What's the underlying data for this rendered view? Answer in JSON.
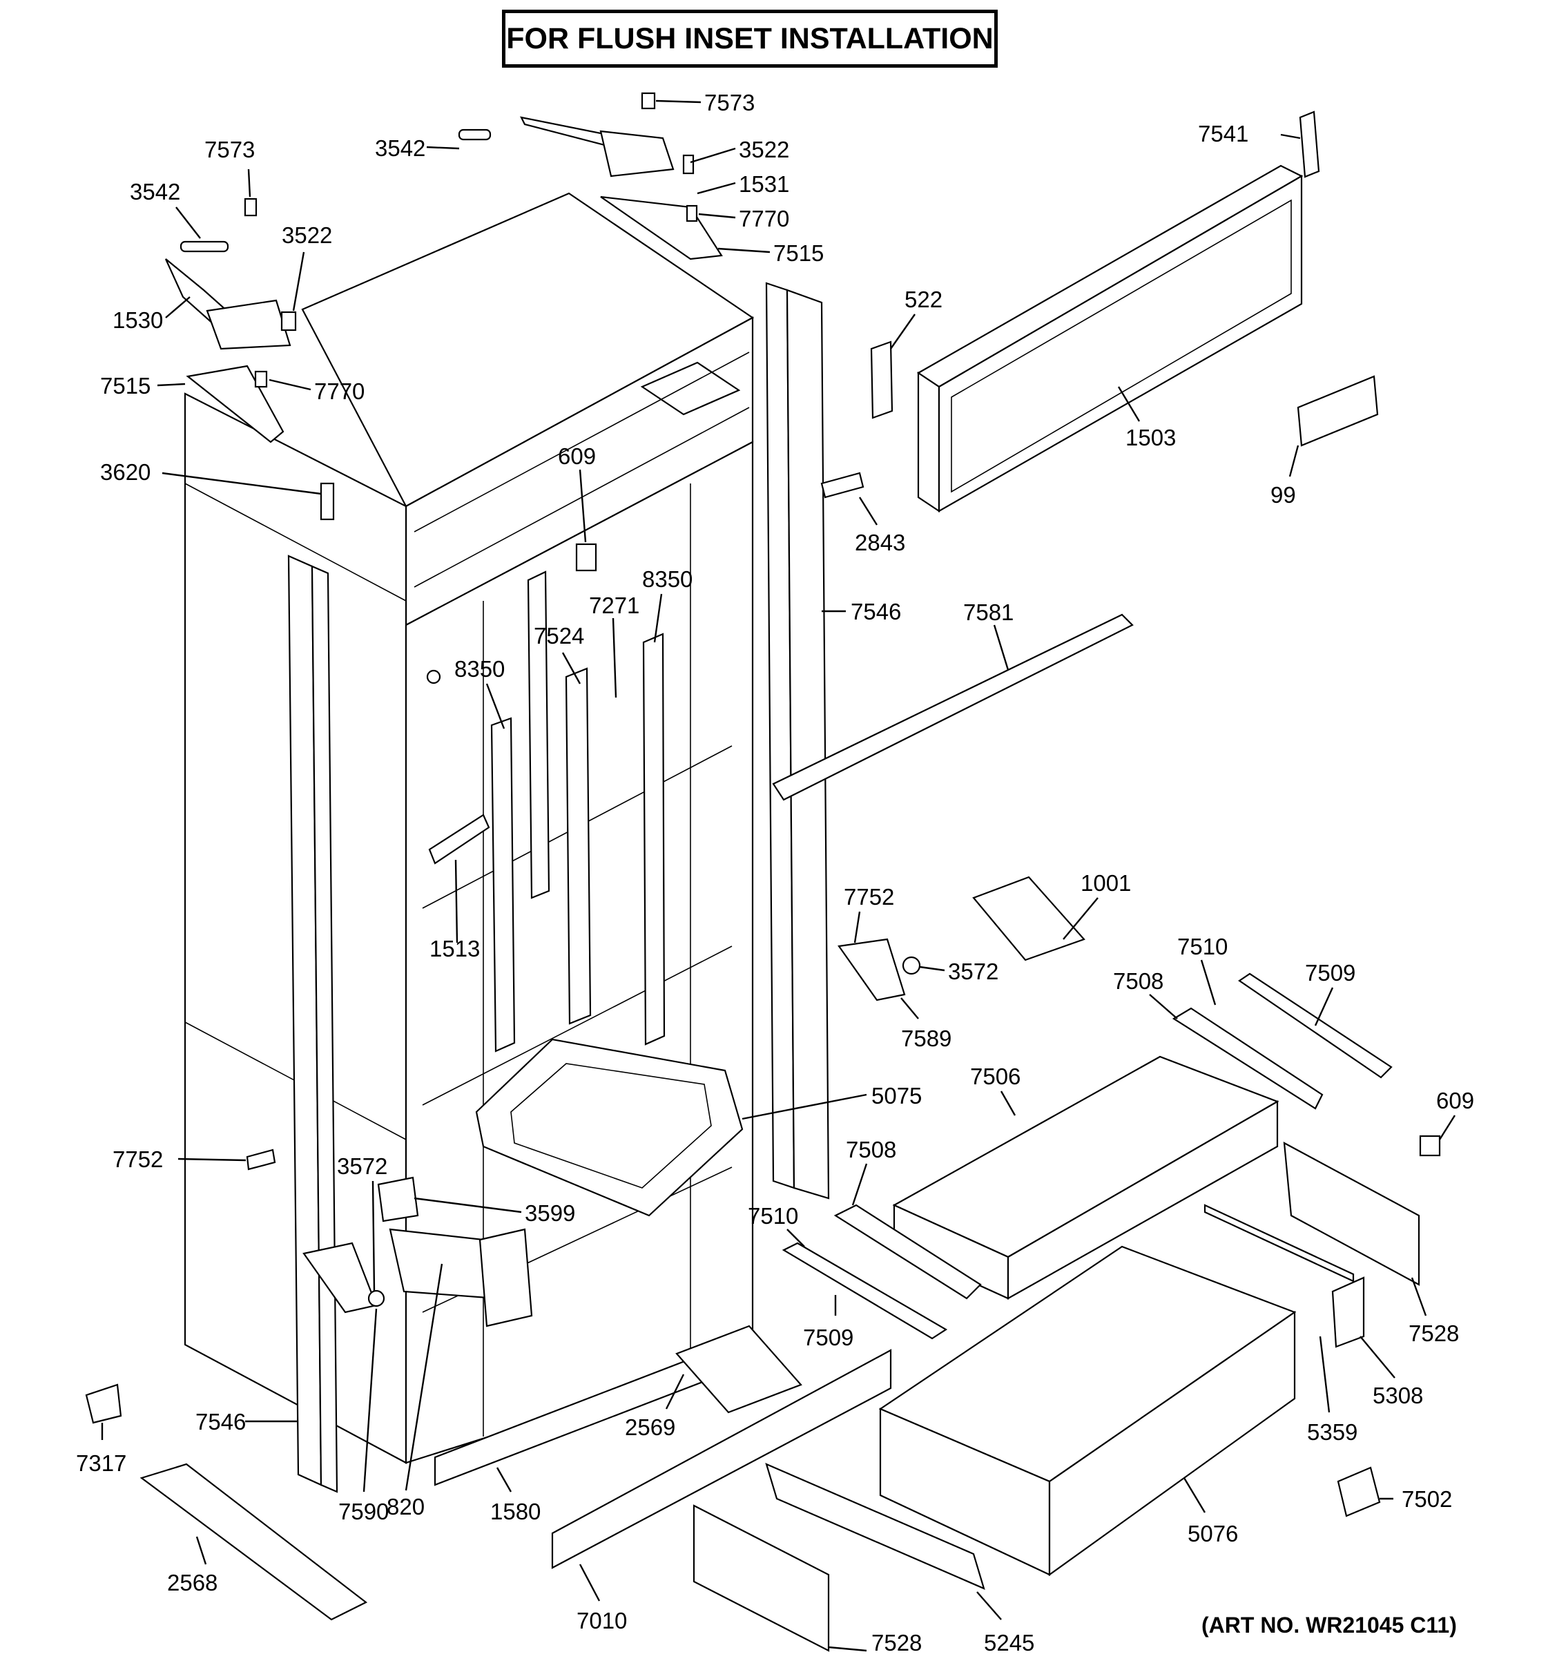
{
  "header": {
    "title": "FOR FLUSH INSET INSTALLATION"
  },
  "footer": {
    "art_no": "(ART NO. WR21045 C11)"
  },
  "callouts": [
    {
      "id": "c1",
      "text": "7573"
    },
    {
      "id": "c2",
      "text": "3542"
    },
    {
      "id": "c3",
      "text": "3522"
    },
    {
      "id": "c4",
      "text": "1531"
    },
    {
      "id": "c5",
      "text": "7770"
    },
    {
      "id": "c6",
      "text": "7515"
    },
    {
      "id": "c7",
      "text": "7573"
    },
    {
      "id": "c8",
      "text": "3542"
    },
    {
      "id": "c9",
      "text": "3522"
    },
    {
      "id": "c10",
      "text": "1530"
    },
    {
      "id": "c11",
      "text": "7515"
    },
    {
      "id": "c12",
      "text": "7770"
    },
    {
      "id": "c13",
      "text": "3620"
    },
    {
      "id": "c14",
      "text": "609"
    },
    {
      "id": "c15",
      "text": "7541"
    },
    {
      "id": "c16",
      "text": "522"
    },
    {
      "id": "c17",
      "text": "1503"
    },
    {
      "id": "c18",
      "text": "99"
    },
    {
      "id": "c19",
      "text": "2843"
    },
    {
      "id": "c20",
      "text": "8350"
    },
    {
      "id": "c21",
      "text": "7271"
    },
    {
      "id": "c22",
      "text": "7524"
    },
    {
      "id": "c23",
      "text": "8350"
    },
    {
      "id": "c24",
      "text": "7546"
    },
    {
      "id": "c25",
      "text": "7581"
    },
    {
      "id": "c26",
      "text": "1513"
    },
    {
      "id": "c27",
      "text": "7752"
    },
    {
      "id": "c28",
      "text": "3572"
    },
    {
      "id": "c29",
      "text": "7589"
    },
    {
      "id": "c30",
      "text": "1001"
    },
    {
      "id": "c31",
      "text": "7510"
    },
    {
      "id": "c32",
      "text": "7509"
    },
    {
      "id": "c33",
      "text": "7508"
    },
    {
      "id": "c34",
      "text": "5075"
    },
    {
      "id": "c35",
      "text": "7506"
    },
    {
      "id": "c36",
      "text": "609"
    },
    {
      "id": "c37",
      "text": "7752"
    },
    {
      "id": "c38",
      "text": "3572"
    },
    {
      "id": "c39",
      "text": "3599"
    },
    {
      "id": "c40",
      "text": "7508"
    },
    {
      "id": "c41",
      "text": "7510"
    },
    {
      "id": "c42",
      "text": "7509"
    },
    {
      "id": "c43",
      "text": "7528"
    },
    {
      "id": "c44",
      "text": "5308"
    },
    {
      "id": "c45",
      "text": "5359"
    },
    {
      "id": "c46",
      "text": "7546"
    },
    {
      "id": "c47",
      "text": "7317"
    },
    {
      "id": "c48",
      "text": "7590"
    },
    {
      "id": "c49",
      "text": "820"
    },
    {
      "id": "c50",
      "text": "2569"
    },
    {
      "id": "c51",
      "text": "1580"
    },
    {
      "id": "c52",
      "text": "7502"
    },
    {
      "id": "c53",
      "text": "5076"
    },
    {
      "id": "c54",
      "text": "2568"
    },
    {
      "id": "c55",
      "text": "7010"
    },
    {
      "id": "c56",
      "text": "7528"
    },
    {
      "id": "c57",
      "text": "5245"
    }
  ]
}
